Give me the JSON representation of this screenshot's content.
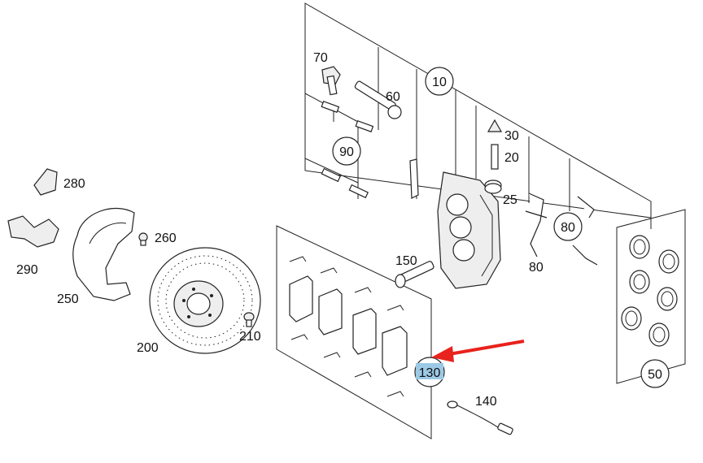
{
  "labels": {
    "p10": "10",
    "p20": "20",
    "p25": "25",
    "p30": "30",
    "p50": "50",
    "p60": "60",
    "p70": "70",
    "p80a": "80",
    "p80b": "80",
    "p90": "90",
    "p130": "130",
    "p140": "140",
    "p150": "150",
    "p200": "200",
    "p210": "210",
    "p250": "250",
    "p260": "260",
    "p280": "280",
    "p290": "290"
  },
  "colors": {
    "arrow": "#e8221d",
    "highlight": "#9cc9e6",
    "line": "#222222"
  },
  "icons": [
    "red-arrow-icon"
  ]
}
